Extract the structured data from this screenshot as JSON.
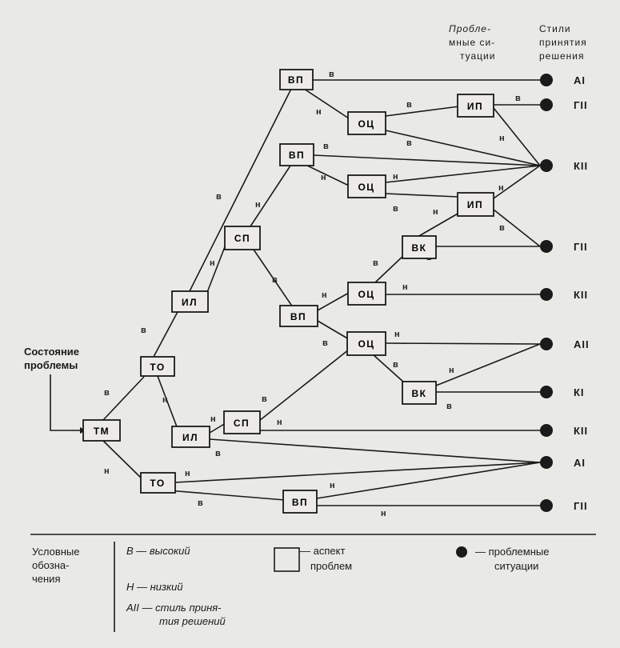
{
  "header": {
    "situations_lines": [
      "Пробле-",
      "мные си-",
      "туации"
    ],
    "styles_lines": [
      "Стили",
      "принятия",
      "решения"
    ]
  },
  "start_label_lines": [
    "Состояние",
    "проблемы"
  ],
  "nodes": {
    "tm": "ТМ",
    "to1": "ТО",
    "to2": "ТО",
    "il1": "ИЛ",
    "il2": "ИЛ",
    "sp1": "СП",
    "sp2": "СП",
    "vp1": "ВП",
    "vp2": "ВП",
    "vp3": "ВП",
    "vp4": "ВП",
    "oc1": "ОЦ",
    "oc2": "ОЦ",
    "oc3": "ОЦ",
    "oc4": "ОЦ",
    "ip1": "ИП",
    "ip2": "ИП",
    "vk1": "ВК",
    "vk2": "ВК"
  },
  "outcomes": [
    "AI",
    "ГII",
    "КII",
    "ГII",
    "КII",
    "AII",
    "КI",
    "КII",
    "AI",
    "ГII"
  ],
  "edge_letters": {
    "high": "в",
    "low": "н"
  },
  "legend": {
    "title_lines": [
      "Условные",
      "обозна-",
      "чения"
    ],
    "high": "В — высокий",
    "low": "Н — низкий",
    "style_lines": [
      "AII — стиль приня-",
      "тия решений"
    ],
    "aspect_lines": [
      "— аспект",
      "проблем"
    ],
    "situation_lines": [
      "— проблемные",
      "ситуации"
    ]
  }
}
